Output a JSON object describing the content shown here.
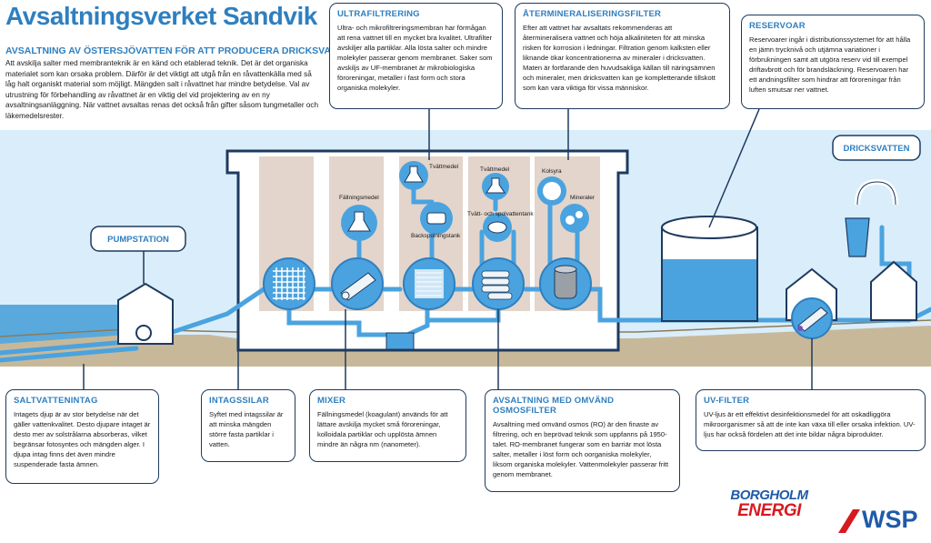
{
  "title": "Avsaltningsverket Sandvik",
  "intro": {
    "heading": "AVSALTNING AV ÖSTERSJÖVATTEN FÖR ATT PRODUCERA DRICKSVATTEN",
    "text": "Att avskilja salter med membranteknik är en känd och etablerad teknik. Det är det organiska materialet som kan orsaka problem. Därför är det viktigt att utgå från en råvattenkälla med så låg halt organiskt material som möjligt. Mängden salt i råvattnet har mindre betydelse. Val av utrustning för förbehandling av råvattnet är en viktig del vid projektering av en ny avsaltningsanläggning. När vattnet avsaltas renas det också från gifter såsom tungmetaller och läkemedelsrester."
  },
  "boxes": {
    "ultrafiltrering": {
      "title": "ULTRAFILTRERING",
      "text": "Ultra- och mikrofiltreringsmembran har förmågan att rena vattnet till en mycket bra kvalitet. Ultrafilter avskiljer alla partiklar. Alla lösta salter och mindre molekyler passerar genom membranet. Saker som avskiljs av UF-membranet är mikrobiologiska föroreningar, metaller i fast form och stora organiska molekyler."
    },
    "atermineralisering": {
      "title": "ÅTERMINERALISERINGSFILTER",
      "text": "Efter att vattnet har avsaltats rekommenderas att återmineralisera vattnet och höja alkaliniteten för att minska risken för korrosion i ledningar. Filtration genom kalksten eller liknande ökar koncentrationerna av mineraler i dricksvatten. Maten är fortfarande den huvudsakliga källan till näringsämnen och mineraler, men dricksvatten kan ge kompletterande tillskott som kan vara viktiga för vissa människor."
    },
    "reservoar": {
      "title": "RESERVOAR",
      "text": "Reservoarer ingår i distributionssystemet för att hålla en jämn trycknivå och utjämna variationer i förbrukningen samt att utgöra reserv vid till exempel driftavbrott och för brandsläckning. Reservoaren har ett andningsfilter som hindrar att föroreningar från luften smutsar ner vattnet."
    },
    "saltvattenintag": {
      "title": "SALTVATTENINTAG",
      "text": "Intagets djup är av stor betydelse när det gäller vattenkvalitet. Desto djupare intaget är desto mer av solstrålarna absorberas, vilket begränsar fotosyntes och mängden alger. I djupa intag finns det även mindre suspenderade fasta ämnen."
    },
    "intagssilar": {
      "title": "INTAGSSILAR",
      "text": "Syftet med intagssilar är att minska mängden större fasta partiklar i vatten."
    },
    "mixer": {
      "title": "MIXER",
      "text": "Fällningsmedel (koagulant) används för att lättare avskilja mycket små föroreningar, kolloidala partiklar och upplösta ämnen mindre än några nm (nanometer)."
    },
    "avsaltning": {
      "title": "AVSALTNING MED OMVÄND OSMOSFILTER",
      "text": "Avsaltning med omvänd osmos (RO) är den finaste av filtrering, och en beprövad teknik som uppfanns på 1950-talet. RO-membranet fungerar som en barriär mot lösta salter, metaller i löst form och oorganiska molekyler, liksom organiska molekyler. Vattenmolekyler passerar fritt genom membranet."
    },
    "uvfilter": {
      "title": "UV-FILTER",
      "text": "UV-ljus är ett effektivt desinfektionsmedel för att oskadliggöra mikroorganismer så att de inte kan växa till eller orsaka infektion. UV-ljus har också fördelen att det inte bildar några biprodukter."
    }
  },
  "labels": {
    "pumpstation": "PUMPSTATION",
    "dricksvatten": "DRICKSVATTEN",
    "fallningsmedel": "Fällningsmedel",
    "tvattmedel1": "Tvättmedel",
    "backspolningstank": "Backspolningstank",
    "tvattmedel2": "Tvättmedel",
    "tvatt_och_spoltank": "Tvätt- och spolvattentank",
    "kolsyra": "Kolsyra",
    "mineraler": "Mineraler"
  },
  "logos": {
    "borgholm_line1": "BORGHOLM",
    "borgholm_line2": "ENERGI",
    "wsp": "WSP"
  },
  "colors": {
    "accent": "#2f7fbf",
    "water": "#4aa3df",
    "sky": "#d9eefa",
    "ground": "#c8b89a",
    "border": "#1e3a5f",
    "brand_red": "#d71920",
    "brand_blue": "#1f5aa8"
  }
}
